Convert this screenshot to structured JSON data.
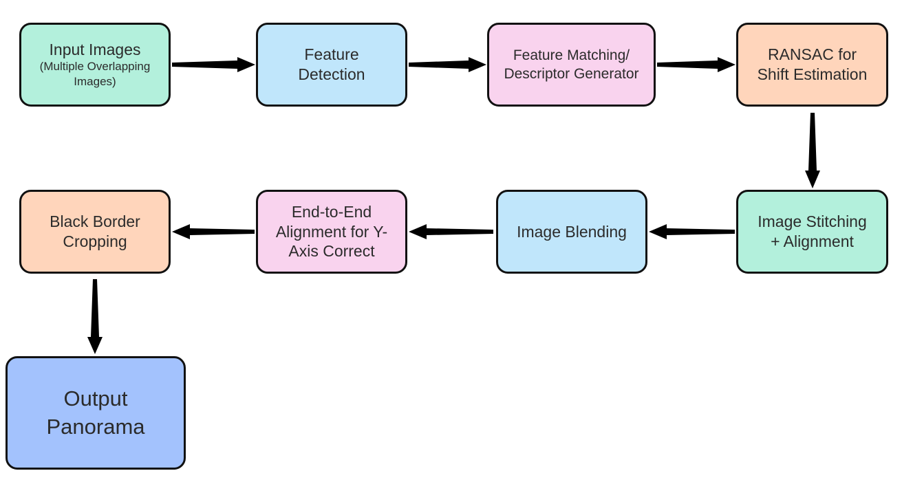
{
  "colors": {
    "green": "#b3f0dc",
    "blue": "#c0e6fb",
    "pink": "#f9d3ee",
    "orange": "#ffd5bb",
    "deep_blue": "#a3c2fd",
    "border": "#111111",
    "arrow": "#000000"
  },
  "nodes": {
    "input": {
      "line1": "Input Images",
      "line2": "(Multiple Overlapping",
      "line3": "Images)",
      "color": "#b3f0dc"
    },
    "detect": {
      "line1": "Feature",
      "line2": "Detection",
      "color": "#c0e6fb"
    },
    "match": {
      "line1": "Feature Matching/",
      "line2": "Descriptor Generator",
      "color": "#f9d3ee"
    },
    "ransac": {
      "line1": "RANSAC for",
      "line2": "Shift Estimation",
      "color": "#ffd5bb"
    },
    "stitch": {
      "line1": "Image Stitching",
      "line2": "+ Alignment",
      "color": "#b3f0dc"
    },
    "blend": {
      "line1": "Image Blending",
      "color": "#c0e6fb"
    },
    "align": {
      "line1": "End-to-End",
      "line2": "Alignment for Y-",
      "line3": "Axis Correct",
      "color": "#f9d3ee"
    },
    "crop": {
      "line1": "Black Border",
      "line2": "Cropping",
      "color": "#ffd5bb"
    },
    "output": {
      "line1": "Output",
      "line2": "Panorama",
      "color": "#a3c2fd"
    }
  }
}
